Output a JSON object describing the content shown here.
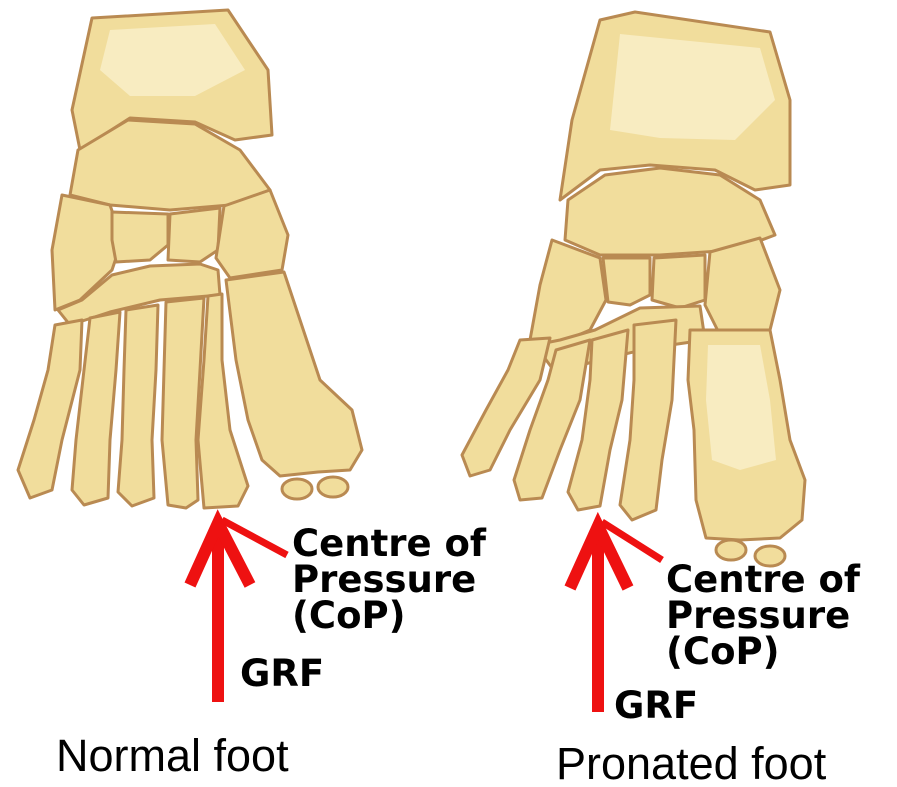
{
  "colors": {
    "bone_fill": "#f1dd9c",
    "bone_outline": "#b98a52",
    "arrow": "#ee1111",
    "text": "#000000",
    "background": "#ffffff"
  },
  "panels": [
    {
      "caption": "Normal foot",
      "cop_label": [
        "Centre of",
        "Pressure",
        "(CoP)"
      ],
      "grf_label": "GRF"
    },
    {
      "caption": "Pronated foot",
      "cop_label": [
        "Centre of",
        "Pressure",
        "(CoP)"
      ],
      "grf_label": "GRF"
    }
  ]
}
